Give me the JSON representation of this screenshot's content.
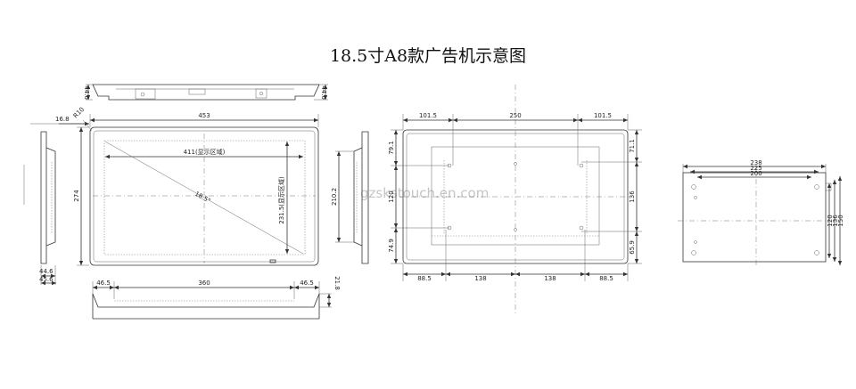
{
  "title": "18.5寸A8款广告机示意图",
  "watermark": "gzskstouch.en.com",
  "top_view": {
    "h": "44.6"
  },
  "front_view": {
    "width": "453",
    "height": "274",
    "radius": "R10",
    "active_width": "411(显示区域)",
    "active_height": "231.5(显示区域)",
    "diagonal": "18.5\"",
    "side_offset": "16.8"
  },
  "left_side": {
    "d1": "44.6",
    "d2": "45.6"
  },
  "right_side": {
    "dim": "210.2"
  },
  "bottom_view": {
    "left": "46.5",
    "mid": "360",
    "right": "46.5",
    "h": "21.8"
  },
  "back_view": {
    "top": [
      "101.5",
      "250",
      "101.5"
    ],
    "bottom": [
      "88.5",
      "138",
      "138",
      "88.5"
    ],
    "left": [
      "79.1",
      "120",
      "74.9"
    ],
    "right": [
      "71.1",
      "136",
      "65.9"
    ]
  },
  "bracket_view": {
    "widths": [
      "238",
      "225",
      "200"
    ],
    "heights": [
      "120",
      "136",
      "150"
    ]
  }
}
